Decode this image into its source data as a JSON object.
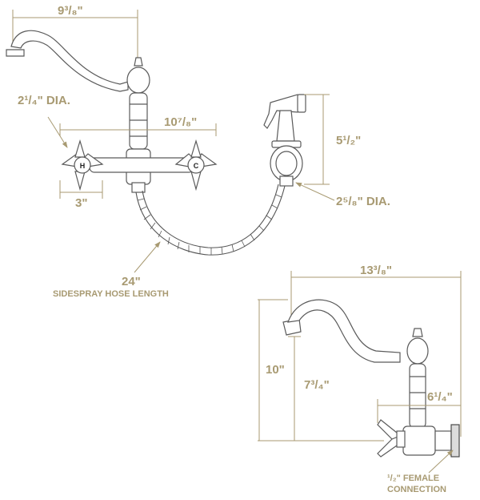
{
  "labels": {
    "spout_reach": "9³/₈\"",
    "handle_dia": "2¹/₄\" DIA.",
    "centers": "10⁷/₈\"",
    "handle_width": "3\"",
    "spray_height": "5¹/₂\"",
    "spray_base_dia": "2⁵/₈\" DIA.",
    "hose_len": "24\"",
    "hose_caption": "SIDESPRAY HOSE LENGTH",
    "overall_depth": "13³/₈\"",
    "overall_height": "10\"",
    "spout_height": "7³/₄\"",
    "body_depth": "6¹/₄\"",
    "connection_line1": "¹/₂\" FEMALE",
    "connection_line2": "CONNECTION"
  },
  "handle_marks": {
    "hot": "H",
    "cold": "C"
  },
  "colors": {
    "dimension": "#a89a72",
    "outline": "#5a5a5a"
  }
}
